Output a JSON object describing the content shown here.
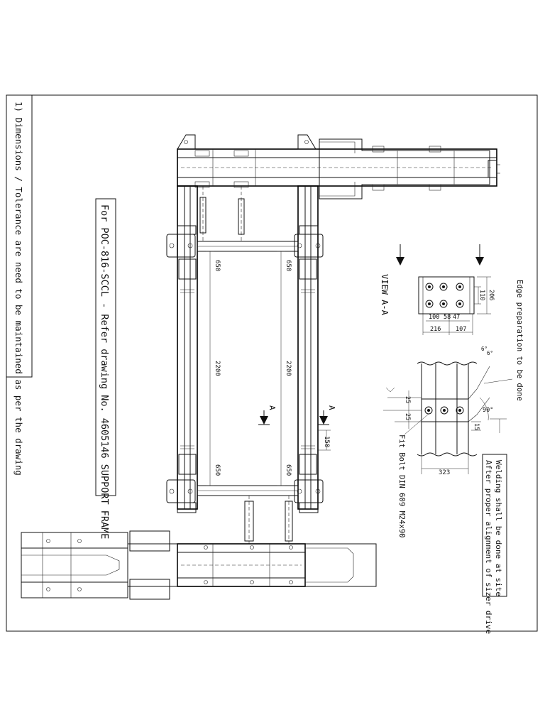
{
  "notes": {
    "general_note": "1) Dimensions / Tolerance are need to be maintained as per the drawing",
    "reference_note": "For POC-816-SCCL - Refer drawing No. 4605146 SUPPORT FRAME",
    "edge_note": "Edge preparation to be done",
    "welding_note_1": "Welding shall be done at site",
    "welding_note_2": "After proper alignment of sizer drive",
    "bolt_note": "Fit Bolt DIN 609 M24x90"
  },
  "labels": {
    "view": "VIEW A-A",
    "section_a": "A"
  },
  "dimensions": {
    "d650": "650",
    "d2200": "2200",
    "d150": "150",
    "d206": "206",
    "d110": "110",
    "d100": "100",
    "d58": "58",
    "d47": "47",
    "d216": "216",
    "d107": "107",
    "d25": "25",
    "d15": "15",
    "d323": "323",
    "ang90": "90°",
    "ang6": "6°"
  }
}
